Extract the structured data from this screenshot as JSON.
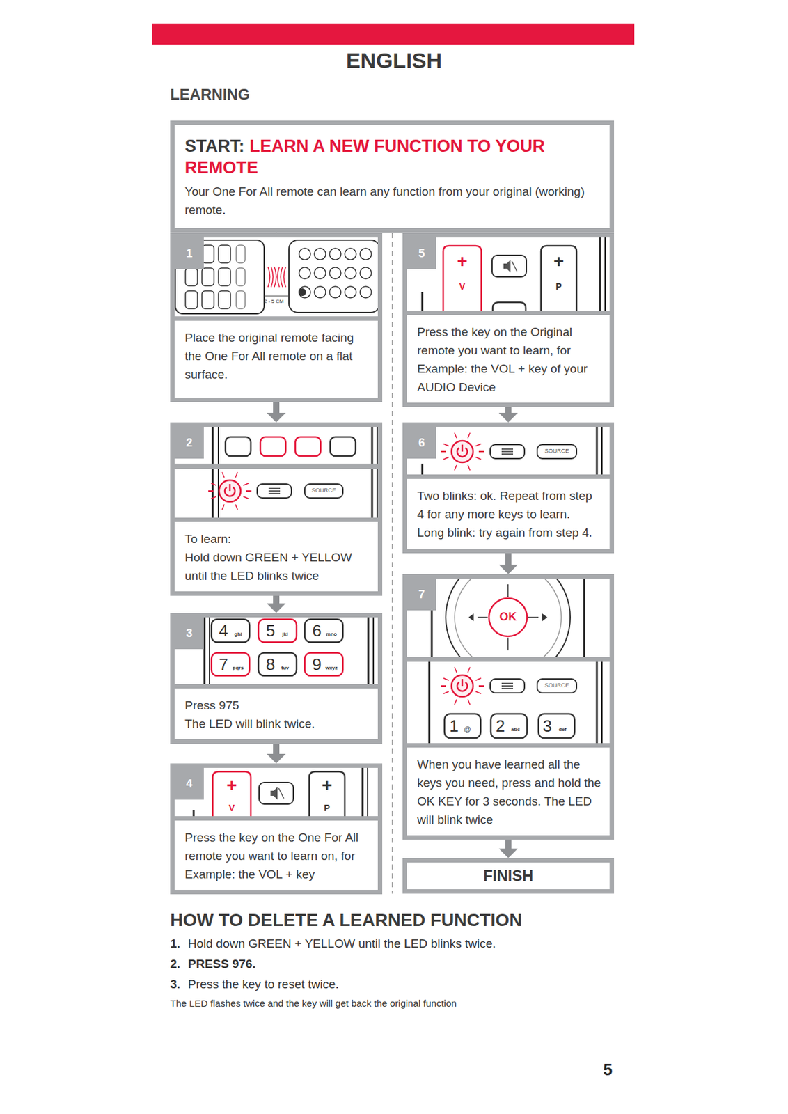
{
  "diagram": {
    "title": "ENGLISH",
    "nodes": [
      {
        "text": [
          "START:",
          "LEARN A NEW FUNCTION TO YOUR REMOTE",
          "Your One For All remote can learn any function from your original (working) remote."
        ]
      },
      {
        "text": [
          "1",
          "Place the original remote facing the One For All remote on a flat surface."
        ]
      },
      {
        "text": [
          "2",
          "To learn:",
          "Hold down GREEN + YELLOW until the LED blinks twice"
        ]
      },
      {
        "text": [
          "3",
          "Press 975",
          "The LED will blink twice."
        ]
      },
      {
        "text": [
          "4",
          "Press the key on the One For All remote you want to learn on, for Example: the VOL + key"
        ]
      },
      {
        "text": [
          "5",
          "Press the key on the Original remote you want to learn, for Example: the VOL + key of your AUDIO Device"
        ]
      },
      {
        "text": [
          "6",
          "Two blinks: ok. Repeat from step 4 for any more keys to learn.",
          "Long blink: try again from step 4."
        ]
      },
      {
        "text": [
          "7",
          "When you have learned all the keys you need, press and hold the OK KEY for 3 seconds. The LED will blink twice"
        ]
      },
      {
        "text": [
          "FINISH"
        ]
      }
    ],
    "edges": [
      {
        "from": 0,
        "to": 1,
        "arrow": "to"
      },
      {
        "from": 1,
        "to": 2,
        "arrow": "to"
      },
      {
        "from": 2,
        "to": 3,
        "arrow": "to"
      },
      {
        "from": 3,
        "to": 4,
        "arrow": "to"
      },
      {
        "from": 5,
        "to": 6,
        "arrow": "to"
      },
      {
        "from": 6,
        "to": 7,
        "arrow": "to"
      },
      {
        "from": 7,
        "to": 8,
        "arrow": "to"
      }
    ],
    "labels": [
      "LEARNING",
      "2 - 5 CM",
      "SOURCE",
      "4",
      "ghi",
      "5",
      "jkl",
      "6",
      "mno",
      "7",
      "pqrs",
      "8",
      "tuv",
      "9",
      "wxyz",
      "+",
      "V",
      "+",
      "P",
      "+",
      "V",
      "+",
      "P",
      "SOURCE",
      "OK",
      "SOURCE",
      "1",
      "@",
      "2",
      "abc",
      "3",
      "def",
      "HOW TO DELETE A LEARNED FUNCTION",
      "1.",
      "Hold down GREEN + YELLOW until the LED blinks twice.",
      "2.",
      "PRESS 976.",
      "3.",
      "Press the key to reset twice.",
      "The LED flashes twice and the key will get back the original function",
      "5"
    ]
  }
}
